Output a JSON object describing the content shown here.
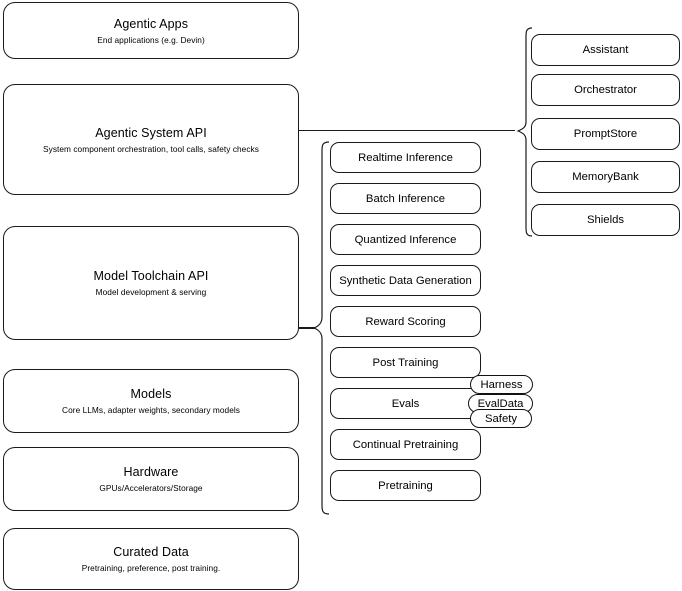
{
  "diagram": {
    "title": "AI Stack Layers Diagram",
    "stroke_color": "#1a1a1a",
    "background_color": "#ffffff",
    "layers": [
      {
        "id": "agentic-apps",
        "title": "Agentic Apps",
        "subtitle": "End applications (e.g. Devin)"
      },
      {
        "id": "agentic-system-api",
        "title": "Agentic System API",
        "subtitle": "System component orchestration, tool calls, safety checks"
      },
      {
        "id": "model-toolchain-api",
        "title": "Model Toolchain API",
        "subtitle": "Model development & serving"
      },
      {
        "id": "models",
        "title": "Models",
        "subtitle": "Core LLMs, adapter weights, secondary models"
      },
      {
        "id": "hardware",
        "title": "Hardware",
        "subtitle": "GPUs/Accelerators/Storage"
      },
      {
        "id": "curated-data",
        "title": "Curated Data",
        "subtitle": "Pretraining, preference, post training."
      }
    ],
    "toolchain_capabilities": [
      {
        "id": "realtime-inference",
        "label": "Realtime Inference"
      },
      {
        "id": "batch-inference",
        "label": "Batch Inference"
      },
      {
        "id": "quantized-inference",
        "label": "Quantized Inference"
      },
      {
        "id": "synthetic-data-generation",
        "label": "Synthetic Data Generation"
      },
      {
        "id": "reward-scoring",
        "label": "Reward Scoring"
      },
      {
        "id": "post-training",
        "label": "Post Training"
      },
      {
        "id": "evals",
        "label": "Evals"
      },
      {
        "id": "continual-pretraining",
        "label": "Continual Pretraining"
      },
      {
        "id": "pretraining",
        "label": "Pretraining"
      }
    ],
    "agentic_components": [
      {
        "id": "assistant",
        "label": "Assistant"
      },
      {
        "id": "orchestrator",
        "label": "Orchestrator"
      },
      {
        "id": "promptstore",
        "label": "PromptStore"
      },
      {
        "id": "memorybank",
        "label": "MemoryBank"
      },
      {
        "id": "shields",
        "label": "Shields"
      }
    ],
    "evals_tags": [
      {
        "id": "harness",
        "label": "Harness"
      },
      {
        "id": "evaldata",
        "label": "EvalData"
      },
      {
        "id": "safety",
        "label": "Safety"
      }
    ]
  }
}
